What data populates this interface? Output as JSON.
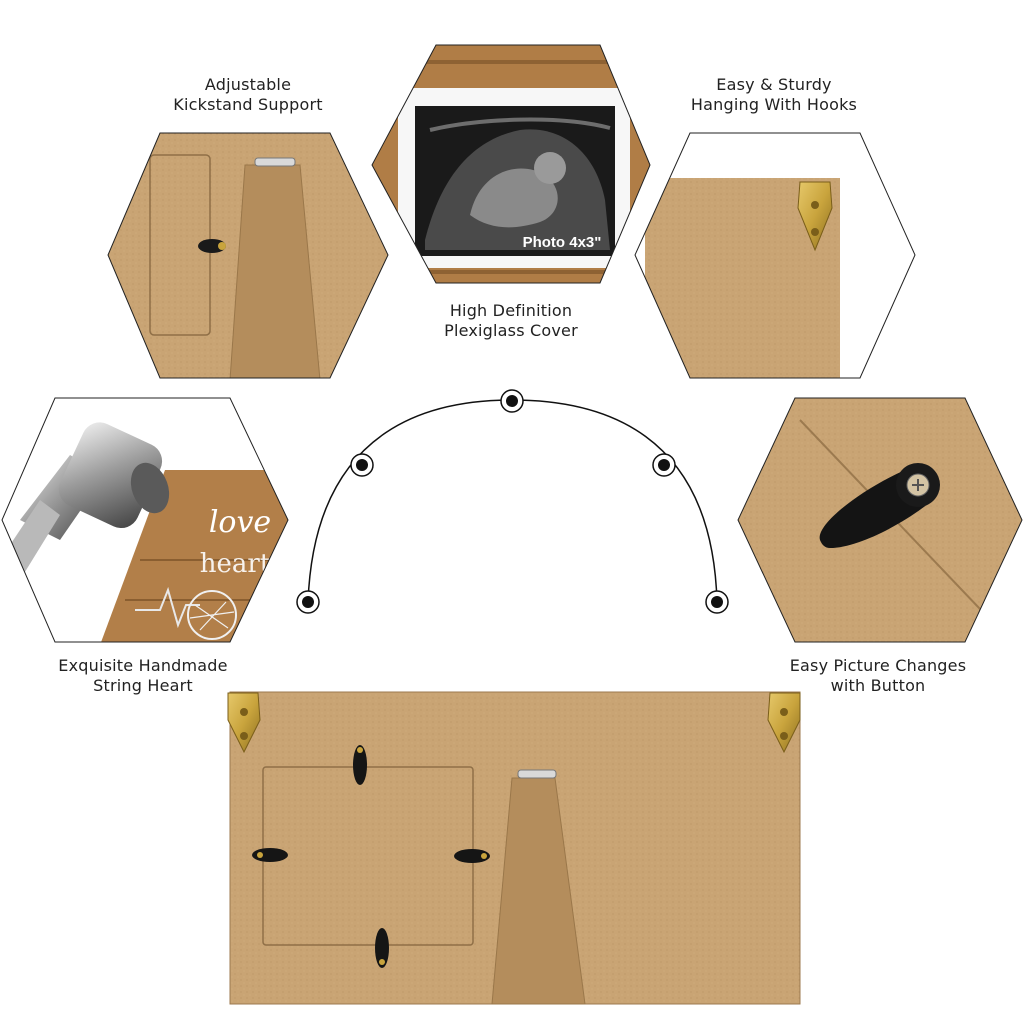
{
  "features": {
    "kickstand": {
      "line1": "Adjustable",
      "line2": "Kickstand Support"
    },
    "plexiglass": {
      "line1": "High Definition",
      "line2": "Plexiglass Cover"
    },
    "hanging": {
      "line1": "Easy & Sturdy",
      "line2": "Hanging With Hooks"
    },
    "string_heart": {
      "line1": "Exquisite Handmade",
      "line2": "String Heart"
    },
    "button": {
      "line1": "Easy Picture Changes",
      "line2": "with Button"
    }
  },
  "photo_label": "Photo 4x3\"",
  "frame_text": {
    "word1": "love",
    "word2": "heart"
  },
  "colors": {
    "board": "#c9a474",
    "board_dark": "#a7845a",
    "board_light": "#d8b889",
    "wood": "#b07d46",
    "ink": "#111111",
    "brass": "#c9a43d"
  }
}
